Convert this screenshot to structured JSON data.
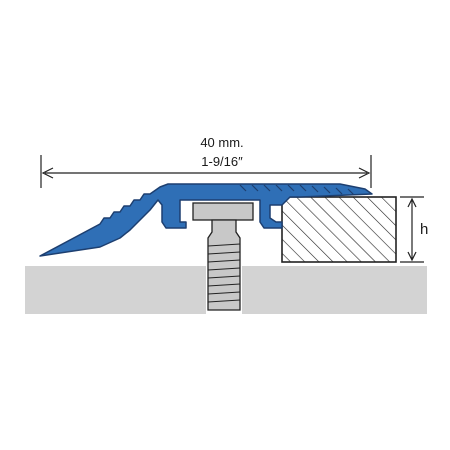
{
  "dimension": {
    "metric": "40 mm.",
    "imperial": "1-9/16″"
  },
  "height_label": "h",
  "colors": {
    "profile_blue": "#2f6fb6",
    "profile_dark": "#1d3f70",
    "floor_gray": "#d3d3d3",
    "screw_gray": "#c8c8c8",
    "line_dark": "#222222"
  }
}
